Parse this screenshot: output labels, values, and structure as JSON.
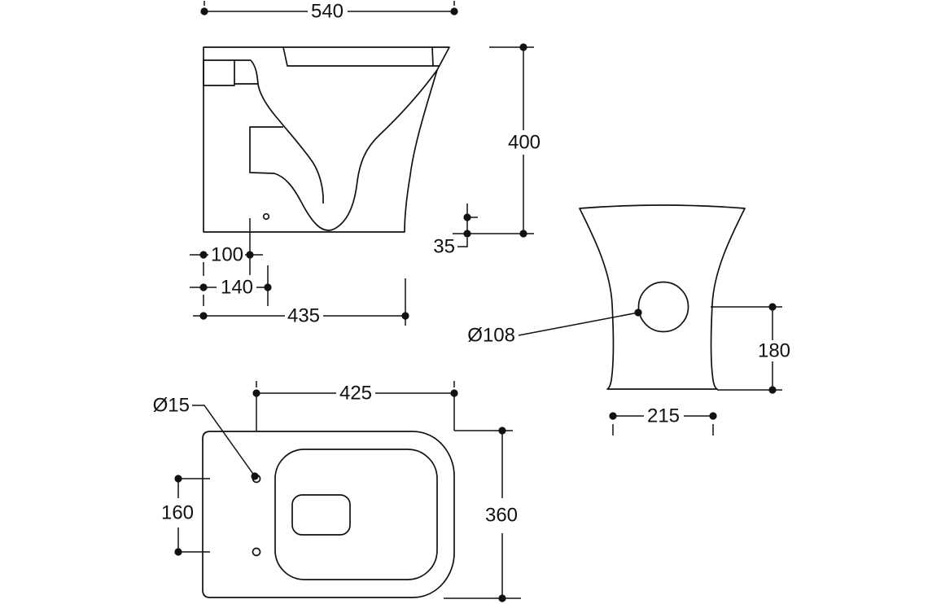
{
  "drawing": {
    "kind": "technical-dimension-drawing",
    "colors": {
      "line": "#111111",
      "background": "#ffffff"
    },
    "views": {
      "side": {
        "dims": {
          "overall_depth": "540",
          "overall_height": "400",
          "rear_gap": "35",
          "offset_small": "100",
          "offset_mid": "140",
          "base_length": "435"
        }
      },
      "rear": {
        "dims": {
          "outlet_diameter": "Ø108",
          "outlet_centre_height": "180",
          "base_width": "215"
        }
      },
      "plan": {
        "dims": {
          "fixing_hole_diameter": "Ø15",
          "rim_depth": "425",
          "overall_width": "360",
          "fixing_hole_spacing": "160"
        }
      }
    }
  }
}
